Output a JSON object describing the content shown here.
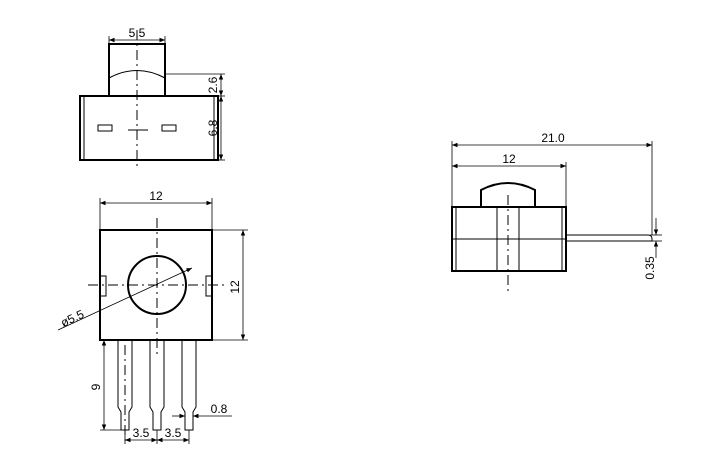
{
  "dimensions": {
    "top_width": "5.5",
    "top_height": "2.6",
    "body_depth": "6.8",
    "front_width": "12",
    "front_height": "12",
    "knob_diameter": "ø5.5",
    "pin_length": "9",
    "pin_width": "0.8",
    "pin_pitch_left": "3.5",
    "pin_pitch_right": "3.5",
    "side_total_length": "21.0",
    "side_body_width": "12",
    "lead_thickness": "0.35"
  }
}
